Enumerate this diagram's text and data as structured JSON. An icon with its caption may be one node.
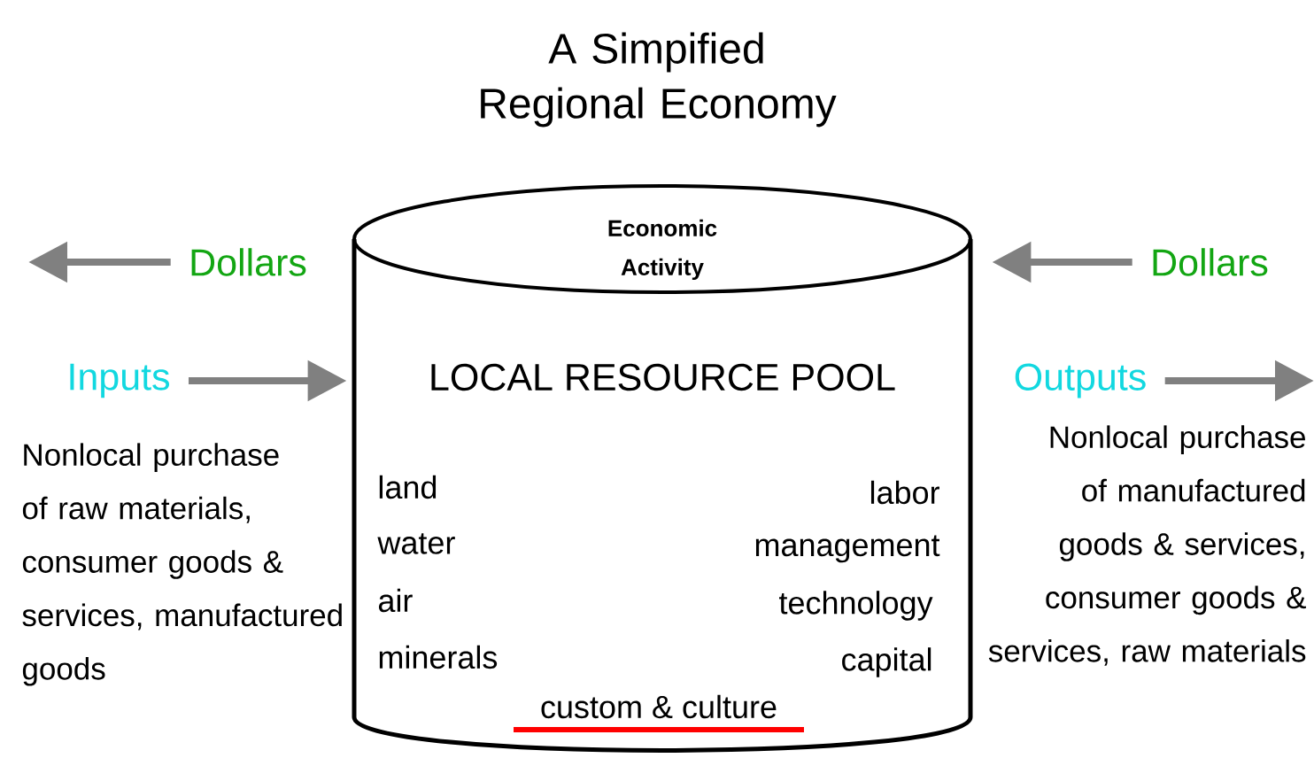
{
  "diagram": {
    "title": "A Simpified Regional Economy",
    "nodes": [
      {
        "text": [
          "Economic Activity",
          "LOCAL RESOURCE POOL",
          "land",
          "water",
          "air",
          "minerals",
          "labor",
          "management",
          "technology",
          "capital",
          "custom & culture"
        ]
      },
      {
        "text": [
          "Dollars"
        ]
      },
      {
        "text": [
          "Inputs"
        ]
      },
      {
        "text": [
          "Dollars"
        ]
      },
      {
        "text": [
          "Outputs"
        ]
      }
    ],
    "labels": [
      "Nonlocal purchase of raw materials, consumer goods & services, manufactured goods",
      "Nonlocal purchase of manufactured goods & services, consumer goods & services, raw materials"
    ],
    "edges": [
      {
        "from": 1,
        "to": null,
        "arrow": "to"
      },
      {
        "from": 2,
        "to": 0,
        "arrow": "to"
      },
      {
        "from": 3,
        "to": 0,
        "arrow": "to"
      },
      {
        "from": 4,
        "to": null,
        "arrow": "to"
      }
    ]
  }
}
